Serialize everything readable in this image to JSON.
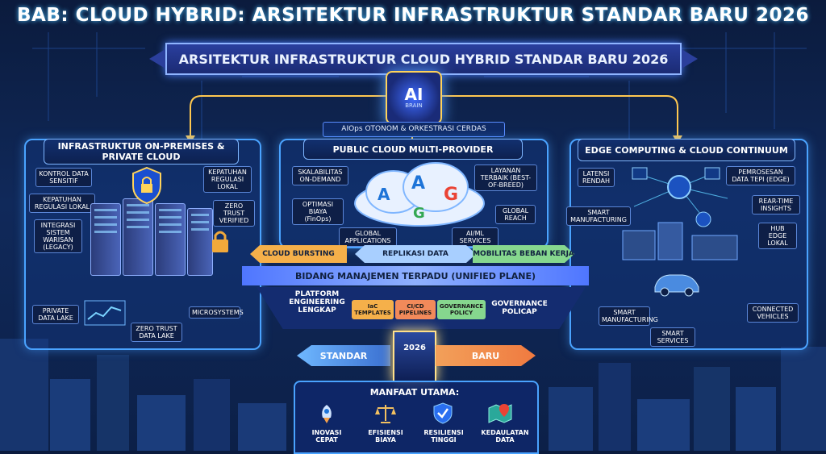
{
  "title": "BAB: CLOUD HYBRID: ARSITEKTUR INFRASTRUKTUR STANDAR BARU 2026",
  "banner": "ARSITEKTUR INFRASTRUKTUR CLOUD HYBRID STANDAR BARU 2026",
  "ai_chip": {
    "ai": "AI",
    "brain": "BRAIN"
  },
  "aiops": "AIOps OTONOM & ORKESTRASI CERDAS",
  "left_panel": {
    "title": "INFRASTRUKTUR ON-PREMISES & PRIVATE CLOUD",
    "labels": [
      "KONTROL DATA SENSITIF",
      "KEPATUHAN REGULASI LOKAL",
      "INTEGRASI SISTEM WARISAN (LEGACY)",
      "KEPATUHAN REGULASI LOKAL",
      "ZERO TRUST VERIFIED",
      "PRIVATE DATA LAKE",
      "ZERO TRUST DATA LAKE",
      "MICROSYSTEMS"
    ]
  },
  "center_panel": {
    "title": "PUBLIC CLOUD MULTI-PROVIDER",
    "labels": [
      "SKALABILITAS ON-DEMAND",
      "OPTIMASI BIAYA (FinOps)",
      "GLOBAL APPLICATIONS",
      "LAYANAN TERBAIK (BEST-OF-BREED)",
      "GLOBAL REACH",
      "AI/ML SERVICES"
    ]
  },
  "right_panel": {
    "title": "EDGE COMPUTING & CLOUD CONTINUUM",
    "labels": [
      "LATENSI RENDAH",
      "PEMROSESAN DATA TEPI (EDGE)",
      "REAR-TIME INSIGHTS",
      "SMART MANUFACTURING",
      "HUB EDGE LOKAL",
      "SMART MANUFACTURING",
      "SMART SERVICES",
      "CONNECTED VEHICLES"
    ]
  },
  "flows": [
    "CLOUD BURSTING",
    "REPLIKASI DATA",
    "MOBILITAS BEBAN KERJA"
  ],
  "unified_plane": "BIDANG MANAJEMEN TERPADU (UNIFIED PLANE)",
  "platform": {
    "left": "PLATFORM ENGINEERING LENGKAP",
    "pieces": [
      "IaC TEMPLATES",
      "CI/CD PIPELINES",
      "GOVERNANCE POLICY"
    ],
    "right": "GOVERNANCE POLICAP"
  },
  "standard": {
    "left": "STANDAR",
    "year": "2026",
    "right": "BARU"
  },
  "benefits": {
    "heading": "MANFAAT UTAMA:",
    "items": [
      "INOVASI CEPAT",
      "EFISIENSI BIAYA",
      "RESILIENSI TINGGI",
      "KEDAULATAN DATA"
    ]
  },
  "colors": {
    "accent": "#4aa3ff",
    "gold": "#ffd35a",
    "orange": "#f5a04a",
    "green": "#7ad38a",
    "background": "#0b1b3d"
  }
}
